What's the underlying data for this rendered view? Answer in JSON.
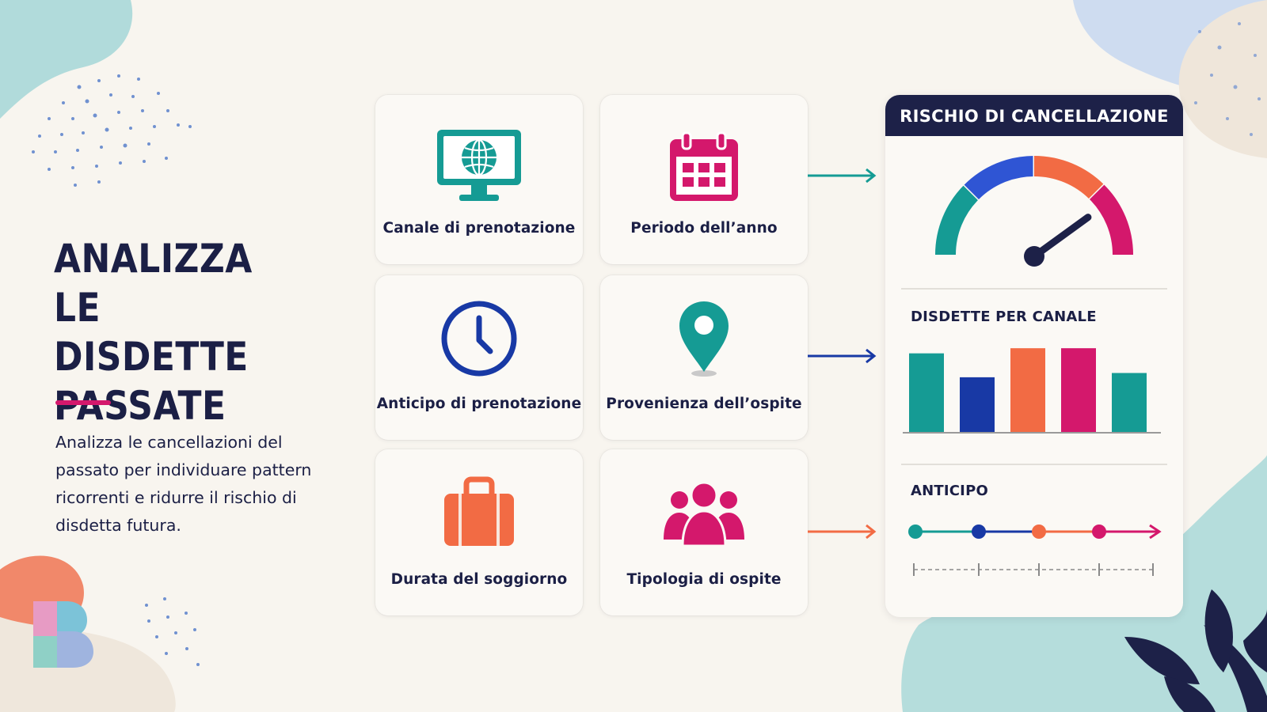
{
  "headline": {
    "title": "ANALIZZA LE DISDETTE PASSATE",
    "description": "Analizza le cancellazioni del passato per individuare pattern ricorrenti e ridurre il rischio di disdetta futura."
  },
  "factors": [
    {
      "label": "Canale di prenotazione",
      "icon": "computer-globe-icon",
      "color": "#159b94"
    },
    {
      "label": "Periodo dell’anno",
      "icon": "calendar-icon",
      "color": "#d4186c"
    },
    {
      "label": "Anticipo di prenotazione",
      "icon": "clock-icon",
      "color": "#1839a5"
    },
    {
      "label": "Provenienza dell’ospite",
      "icon": "location-pin-icon",
      "color": "#159b94"
    },
    {
      "label": "Durata del soggiorno",
      "icon": "suitcase-icon",
      "color": "#f26b44"
    },
    {
      "label": "Tipologia di ospite",
      "icon": "group-icon",
      "color": "#d4186c"
    }
  ],
  "panel": {
    "title": "RISCHIO DI CANCELLAZIONE",
    "gauge": {
      "segment_colors": [
        "#159b94",
        "#2f55d4",
        "#f26b44",
        "#d4186c"
      ],
      "needle_level": 0.8
    },
    "channel_section": {
      "title": "DISDETTE PER CANALE",
      "chart_data": {
        "type": "bar",
        "categories": [
          "",
          "",
          "",
          "",
          ""
        ],
        "values": [
          0.92,
          0.64,
          0.98,
          0.98,
          0.69
        ],
        "colors": [
          "#159b94",
          "#1839a5",
          "#f26b44",
          "#d4186c",
          "#159b94"
        ]
      }
    },
    "lead_section": {
      "title": "ANTICIPO",
      "dot_colors": [
        "#159b94",
        "#1839a5",
        "#f26b44",
        "#d4186c"
      ]
    }
  },
  "colors": {
    "navy": "#1d2148",
    "teal": "#159b94",
    "blue": "#1839a5",
    "orange": "#f26b44",
    "magenta": "#d4186c",
    "background": "#f8f5ef"
  }
}
